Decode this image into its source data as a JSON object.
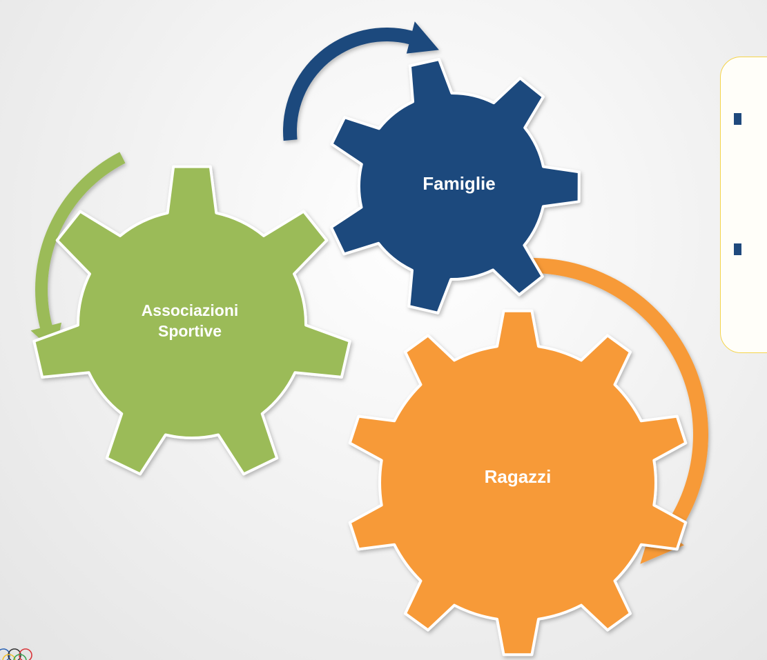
{
  "colors": {
    "famiglie": "#1f497d",
    "associazioni": "#9bbb59",
    "ragazzi": "#f79a37",
    "callout_border": "#f5d44a",
    "gear_outline": "#ffffff"
  },
  "gears": {
    "famiglie": {
      "label": "Famiglie"
    },
    "associazioni": {
      "line1": "Associazioni",
      "line2": "Sportive"
    },
    "ragazzi": {
      "label": "Ragazzi"
    }
  },
  "arrows": [
    {
      "name": "blue-arrow",
      "color": "blue"
    },
    {
      "name": "green-arrow",
      "color": "green"
    },
    {
      "name": "orange-arrow",
      "color": "orange"
    }
  ],
  "logo": {
    "name": "olympic-rings-icon"
  }
}
